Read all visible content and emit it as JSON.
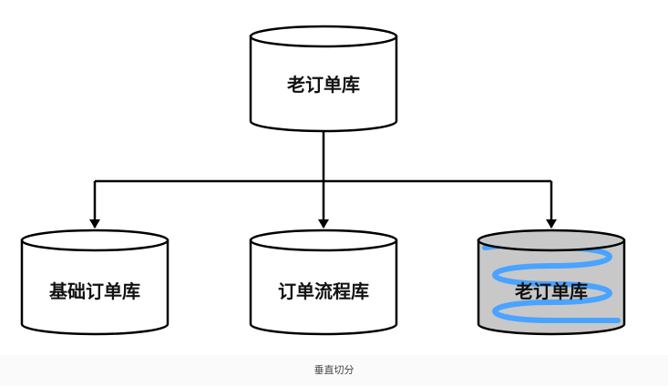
{
  "diagram": {
    "source_db": {
      "label": "老订单库"
    },
    "targets": [
      {
        "label": "基础订单库"
      },
      {
        "label": "订单流程库"
      },
      {
        "label": "老订单库",
        "highlighted": true
      }
    ]
  },
  "caption": "垂直切分",
  "colors": {
    "stroke": "#000000",
    "highlight_fill": "#c8c8c8",
    "highlight_spring": "#4aa3ff"
  }
}
